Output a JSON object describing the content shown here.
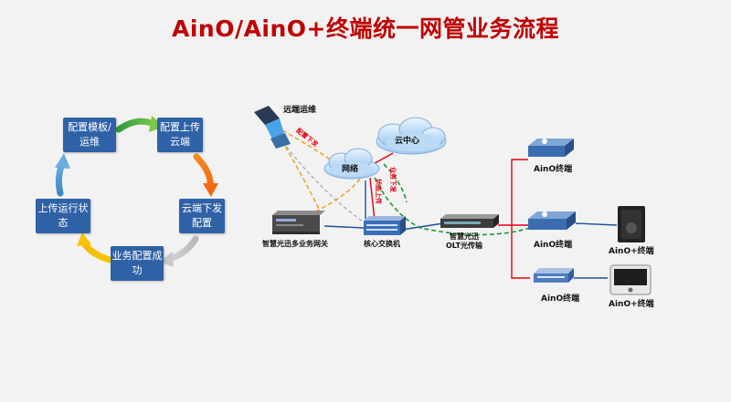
{
  "title": "AinO/AinO+终端统一网管业务流程",
  "cycle": {
    "step1": "配置模板/运维",
    "step2": "配置上传云端",
    "step3": "云端下发配置",
    "step4": "业务配置成功",
    "step5": "上传运行状态"
  },
  "network": {
    "remote_ops": "远端运维",
    "cloud_center": "云中心",
    "internet": "网络",
    "gateway": "智慧光迅多业务网关",
    "core_switch": "核心交换机",
    "olt_line1": "智慧光迅",
    "olt_line2": "OLT光传输",
    "aino_1": "AinO终端",
    "aino_2": "AinO终端",
    "aino_3": "AinO终端",
    "aino_plus_1": "AinO+终端",
    "aino_plus_2": "AinO+终端",
    "overlay_1": "配置下发",
    "overlay_2": "状态上传",
    "overlay_3": "业务下发"
  },
  "colors": {
    "title": "#c00000",
    "box": "#2f61a6",
    "red_line": "#e60012",
    "blue_line": "#1f4e9c",
    "green_dash": "#1a9a3a",
    "orange_dash": "#f0a020"
  }
}
